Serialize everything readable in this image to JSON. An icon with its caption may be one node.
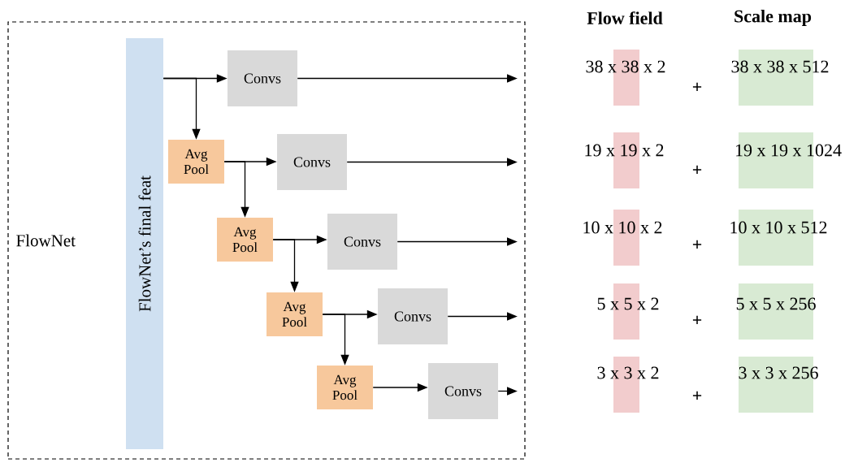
{
  "diagram": {
    "nodes": [
      {
        "text": [
          "FlowNet"
        ]
      },
      {
        "text": [
          "FlowNet’s final feat"
        ],
        "in": 0
      },
      {
        "text": [
          "Convs"
        ],
        "in": 0
      },
      {
        "text": [
          "Avg Pool"
        ],
        "in": 0
      },
      {
        "text": [
          "Convs"
        ],
        "in": 0
      },
      {
        "text": [
          "Avg Pool"
        ],
        "in": 0
      },
      {
        "text": [
          "Convs"
        ],
        "in": 0
      },
      {
        "text": [
          "Avg Pool"
        ],
        "in": 0
      },
      {
        "text": [
          "Convs"
        ],
        "in": 0
      },
      {
        "text": [
          "Avg Pool"
        ],
        "in": 0
      },
      {
        "text": [
          "Convs"
        ],
        "in": 0
      }
    ],
    "edges": [
      {
        "from": 1,
        "to": 2,
        "arrow": "to"
      },
      {
        "from": 1,
        "to": 3,
        "arrow": "to"
      },
      {
        "from": 2,
        "to": null,
        "arrow": "to"
      },
      {
        "from": 3,
        "to": 4,
        "arrow": "to"
      },
      {
        "from": 3,
        "to": 5,
        "arrow": "to"
      },
      {
        "from": 4,
        "to": null,
        "arrow": "to"
      },
      {
        "from": 5,
        "to": 6,
        "arrow": "to"
      },
      {
        "from": 5,
        "to": 7,
        "arrow": "to"
      },
      {
        "from": 6,
        "to": null,
        "arrow": "to"
      },
      {
        "from": 7,
        "to": 8,
        "arrow": "to"
      },
      {
        "from": 7,
        "to": 9,
        "arrow": "to"
      },
      {
        "from": 8,
        "to": null,
        "arrow": "to"
      },
      {
        "from": 9,
        "to": 10,
        "arrow": "to"
      },
      {
        "from": 10,
        "to": null,
        "arrow": "to"
      }
    ],
    "labels": [
      "Flow field",
      "Scale map",
      "38 x 38 x 2",
      "+",
      "38 x 38 x 512",
      "19 x 19 x 2",
      "+",
      "19 x 19 x 1024",
      "10 x 10 x 2",
      "+",
      "10 x 10 x 512",
      "5 x 5 x 2",
      "+",
      "5 x 5 x 256",
      "3 x 3 x 2",
      "+",
      "3 x 3 x 256"
    ]
  }
}
